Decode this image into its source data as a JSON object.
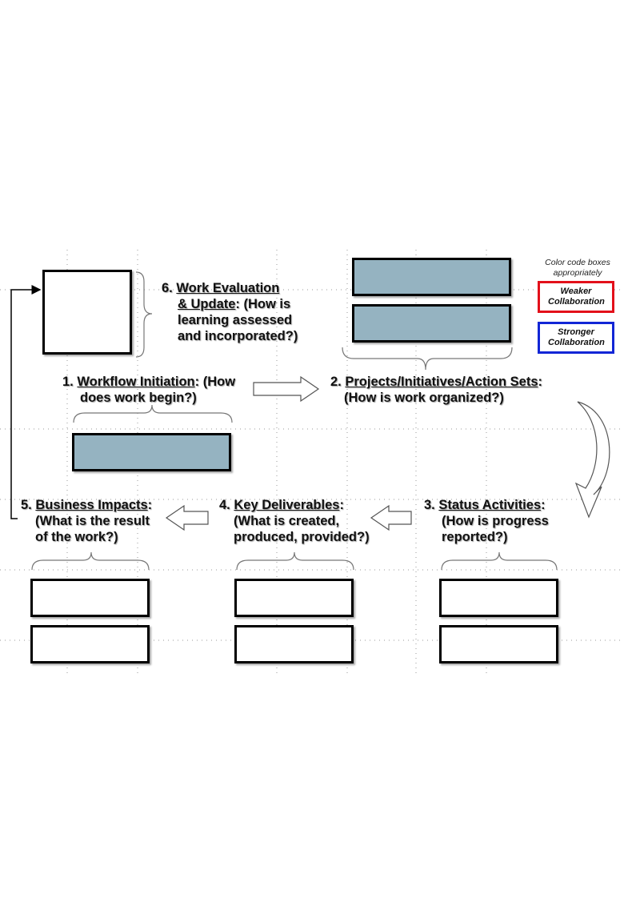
{
  "legend": {
    "note": "Color code boxes appropriately",
    "weaker": "Weaker Collaboration",
    "stronger": "Stronger Collaboration",
    "weaker_color": "#e3101a",
    "stronger_color": "#1226d6"
  },
  "colors": {
    "filled_box": "#95b3c1"
  },
  "steps": {
    "s1": {
      "num": "1.",
      "title": "Workflow Initiation",
      "rest": ": (How",
      "line2": "does work begin?)"
    },
    "s2": {
      "num": "2.",
      "title": "Projects/Initiatives/Action Sets",
      "rest": ":",
      "line2": "(How is work organized?)"
    },
    "s3": {
      "num": "3.",
      "title": "Status Activities",
      "rest": ":",
      "line2": "(How is progress",
      "line3": "reported?)"
    },
    "s4": {
      "num": "4.",
      "title": "Key Deliverables",
      "rest": ":",
      "line2": "(What is created,",
      "line3": "produced, provided?)"
    },
    "s5": {
      "num": "5.",
      "title": "Business Impacts",
      "rest": ":",
      "line2": "(What is the result",
      "line3": "of the work?)"
    },
    "s6": {
      "num": "6.",
      "title1": "Work Evaluation",
      "title2": "& Update",
      "rest": ": (How is",
      "line3": "learning assessed",
      "line4": "and incorporated?)"
    }
  }
}
